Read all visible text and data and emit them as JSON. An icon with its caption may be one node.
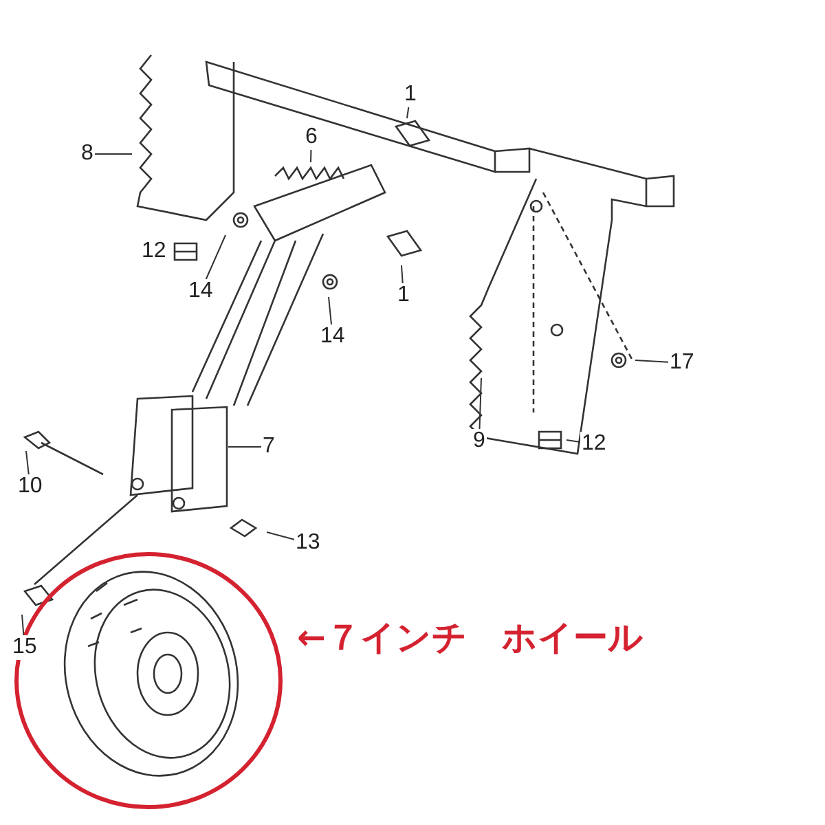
{
  "diagram": {
    "nodes": [
      {
        "text": [
          "8"
        ]
      },
      {
        "text": [
          "6"
        ]
      },
      {
        "text": [
          "1"
        ]
      },
      {
        "text": [
          "12"
        ]
      },
      {
        "text": [
          "14"
        ]
      },
      {
        "text": [
          "1"
        ]
      },
      {
        "text": [
          "14"
        ]
      },
      {
        "text": [
          "17"
        ]
      },
      {
        "text": [
          "9"
        ]
      },
      {
        "text": [
          "12"
        ]
      },
      {
        "text": [
          "7"
        ]
      },
      {
        "text": [
          "10"
        ]
      },
      {
        "text": [
          "13"
        ]
      },
      {
        "text": [
          "15"
        ]
      }
    ],
    "edges": [
      {
        "from": 0,
        "to": null,
        "arrow": "none"
      },
      {
        "from": 1,
        "to": null,
        "arrow": "none"
      },
      {
        "from": 2,
        "to": null,
        "arrow": "none"
      },
      {
        "from": 3,
        "to": null,
        "arrow": "none"
      },
      {
        "from": 4,
        "to": null,
        "arrow": "none"
      },
      {
        "from": 5,
        "to": null,
        "arrow": "none"
      },
      {
        "from": 6,
        "to": null,
        "arrow": "none"
      },
      {
        "from": 7,
        "to": null,
        "arrow": "none"
      },
      {
        "from": 8,
        "to": null,
        "arrow": "none"
      },
      {
        "from": 9,
        "to": null,
        "arrow": "none"
      },
      {
        "from": 10,
        "to": null,
        "arrow": "none"
      },
      {
        "from": 11,
        "to": null,
        "arrow": "none"
      },
      {
        "from": 12,
        "to": null,
        "arrow": "none"
      },
      {
        "from": 13,
        "to": null,
        "arrow": "none"
      }
    ],
    "labels": [
      "←７インチ　ホイール"
    ]
  }
}
